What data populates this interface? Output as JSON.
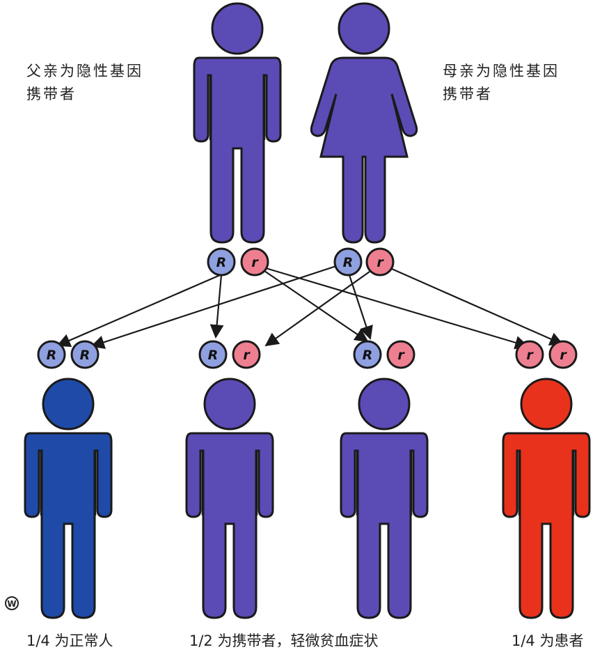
{
  "parents": {
    "father_label": "父亲为隐性基因\n携带者",
    "mother_label": "母亲为隐性基因\n携带者",
    "father_alleles": [
      "R",
      "r"
    ],
    "mother_alleles": [
      "R",
      "r"
    ]
  },
  "children": [
    {
      "alleles": [
        "R",
        "R"
      ],
      "color": "#1f4aa8"
    },
    {
      "alleles": [
        "R",
        "r"
      ],
      "color": "#5b4bb5"
    },
    {
      "alleles": [
        "R",
        "r"
      ],
      "color": "#5b4bb5"
    },
    {
      "alleles": [
        "r",
        "r"
      ],
      "color": "#e8321c"
    }
  ],
  "captions": {
    "normal": "1/4 为正常人",
    "carrier": "1/2 为携带者，轻微贫血症状",
    "affected": "1/4 为患者"
  },
  "colors": {
    "parent_figure": "#5b4bb5",
    "dominant_allele": "#8fa0e0",
    "recessive_allele": "#ee7f90",
    "outline": "#1a1a1a"
  },
  "watermark_icon": "w-logo-icon"
}
